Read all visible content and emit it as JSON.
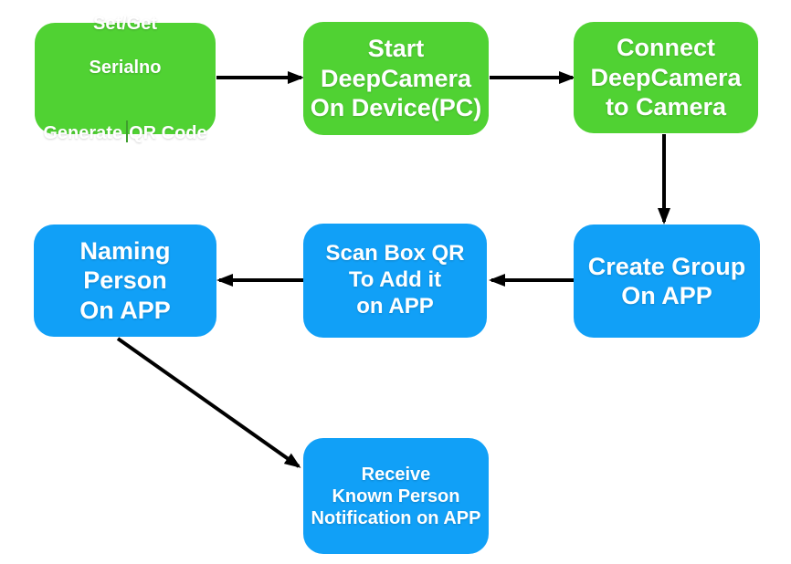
{
  "colors": {
    "node_green": "#50d233",
    "node_blue": "#11a0f7",
    "arrow": "#000000",
    "text_on_node": "#ffffff",
    "background": "#ffffff",
    "text_cursor": "#3f9e2e"
  },
  "flowchart": {
    "nodes": [
      {
        "id": "set-get-serialno",
        "color": "green",
        "line1": "Set/Get",
        "line2": "Serialno",
        "line3_before_cursor": "Generate",
        "line3_after_cursor": "QR Code"
      },
      {
        "id": "start-deepcamera",
        "color": "green",
        "text": "Start\nDeepCamera\nOn Device(PC)"
      },
      {
        "id": "connect-deepcamera",
        "color": "green",
        "text": "Connect\nDeepCamera\nto Camera"
      },
      {
        "id": "create-group",
        "color": "blue",
        "text": "Create Group\nOn APP"
      },
      {
        "id": "scan-box-qr",
        "color": "blue",
        "text": "Scan Box QR\nTo Add it\non APP"
      },
      {
        "id": "naming-person",
        "color": "blue",
        "text": "Naming\nPerson\nOn APP"
      },
      {
        "id": "receive-notification",
        "color": "blue",
        "text": "Receive\nKnown Person\nNotification on APP"
      }
    ],
    "edges": [
      {
        "from": "set-get-serialno",
        "to": "start-deepcamera",
        "direction": "right"
      },
      {
        "from": "start-deepcamera",
        "to": "connect-deepcamera",
        "direction": "right"
      },
      {
        "from": "connect-deepcamera",
        "to": "create-group",
        "direction": "down"
      },
      {
        "from": "create-group",
        "to": "scan-box-qr",
        "direction": "left"
      },
      {
        "from": "scan-box-qr",
        "to": "naming-person",
        "direction": "left"
      },
      {
        "from": "naming-person",
        "to": "receive-notification",
        "direction": "diagonal-down-right"
      }
    ]
  }
}
